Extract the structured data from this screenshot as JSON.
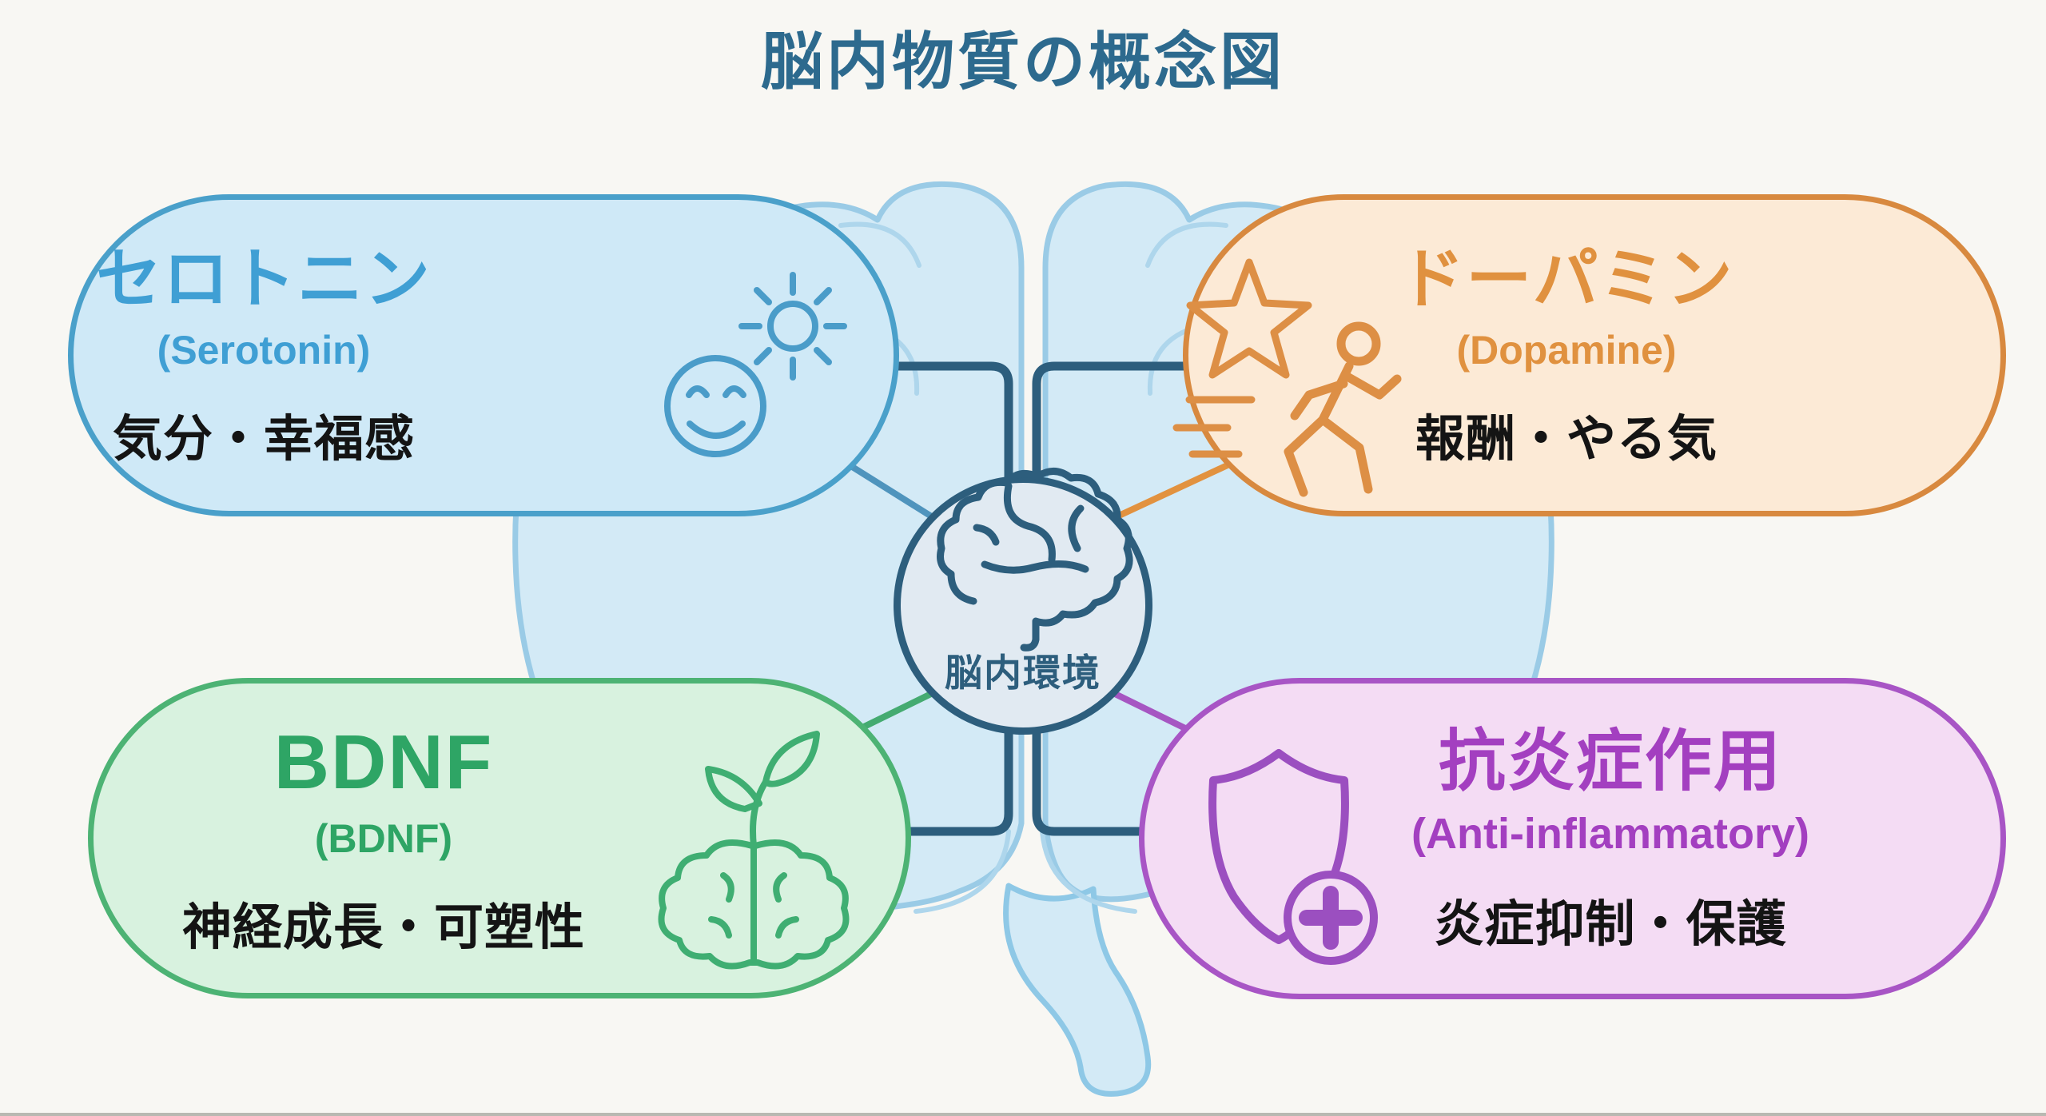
{
  "title": "脳内物質の概念図",
  "hub": {
    "label": "脳内環境",
    "icon": "brain-icon",
    "border_color": "#2d5e7d",
    "fill_color": "#e1eaf2"
  },
  "panels": [
    {
      "id": "serotonin",
      "name_ja": "セロトニン",
      "name_en": "(Serotonin)",
      "desc": "気分・幸福感",
      "accent": "#3f9fd4",
      "border": "#4aa0ca",
      "fill": "#cfe9f7",
      "icons": [
        "smiley-face-icon",
        "sun-icon"
      ]
    },
    {
      "id": "dopamine",
      "name_ja": "ドーパミン",
      "name_en": "(Dopamine)",
      "desc": "報酬・やる気",
      "accent": "#e0913f",
      "border": "#d8893f",
      "fill": "#fcead6",
      "icons": [
        "star-icon",
        "running-person-icon"
      ]
    },
    {
      "id": "bdnf",
      "name_ja": "BDNF",
      "name_en": "(BDNF)",
      "desc": "神経成長・可塑性",
      "accent": "#2ea565",
      "border": "#4db374",
      "fill": "#d8f2df",
      "icons": [
        "sprout-brain-icon"
      ]
    },
    {
      "id": "anti_inflammatory",
      "name_ja": "抗炎症作用",
      "name_en": "(Anti-inflammatory)",
      "desc": "炎症抑制・保護",
      "accent": "#a33fc0",
      "border": "#a855c5",
      "fill": "#f4dcf4",
      "icons": [
        "shield-cross-icon"
      ]
    }
  ],
  "background": {
    "brain_outline_color": "#9acbe6",
    "brain_fill_color": "#d3eaf6",
    "connector_color": "#2d5e7d"
  }
}
